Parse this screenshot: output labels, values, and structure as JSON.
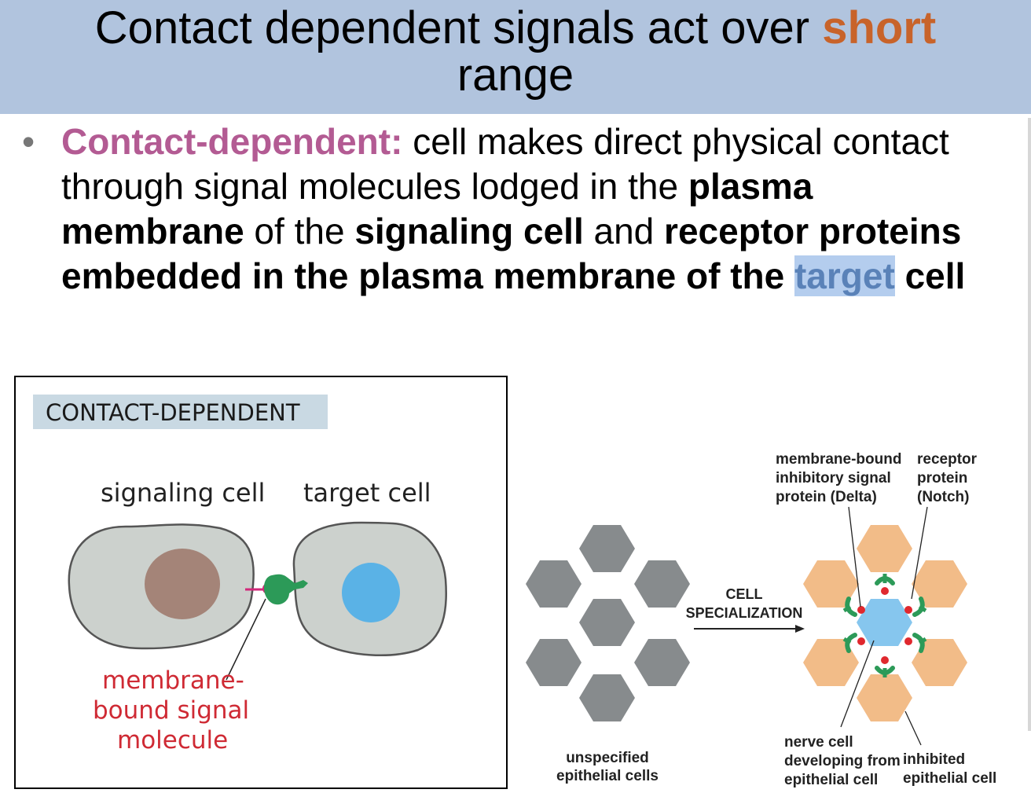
{
  "slide": {
    "title_main": "Contact dependent signals act over",
    "title_accent": "short",
    "title_line2": "range",
    "bullet_marker": "•",
    "bullet": {
      "term": "Contact-dependent:",
      "p1": " cell makes direct physical contact through signal molecules lodged in the ",
      "b1": "plasma membrane",
      "p2": " of the ",
      "b2": "signaling cell",
      "p3": " and ",
      "b3": "receptor proteins embedded in the plasma membrane of the ",
      "highlight": "target",
      "b4": " cell"
    }
  },
  "left_figure": {
    "header": "CONTACT-DEPENDENT",
    "signaling_cell_label": "signaling cell",
    "target_cell_label": "target cell",
    "signal_label_line1": "membrane-",
    "signal_label_line2": "bound signal",
    "signal_label_line3": "molecule"
  },
  "right_figure": {
    "arrow_label_line1": "CELL",
    "arrow_label_line2": "SPECIALIZATION",
    "delta_label_line1": "membrane-bound",
    "delta_label_line2": "inhibitory signal",
    "delta_label_line3": "protein (Delta)",
    "notch_label_line1": "receptor",
    "notch_label_line2": "protein",
    "notch_label_line3": "(Notch)",
    "unspecified_line1": "unspecified",
    "unspecified_line2": "epithelial cells",
    "nerve_line1": "nerve cell",
    "nerve_line2": "developing from",
    "nerve_line3": "epithelial cell",
    "inhibited_line1": "inhibited",
    "inhibited_line2": "epithelial cell"
  },
  "colors": {
    "title_bar": "#b1c4de",
    "accent": "#c8632a",
    "term": "#b35b93",
    "signal_label": "#cf2a34",
    "cell_fill": "#ccd1cd",
    "nucleus_signaling": "#a48478",
    "nucleus_target": "#5ab2e6",
    "receptor_green": "#2c9a58",
    "signal_magenta": "#d2287a",
    "unspecified_cell": "#878b8d",
    "inhibited_cell": "#f2bc88",
    "nerve_cell": "#86c6ee",
    "delta_red": "#e0282e"
  }
}
